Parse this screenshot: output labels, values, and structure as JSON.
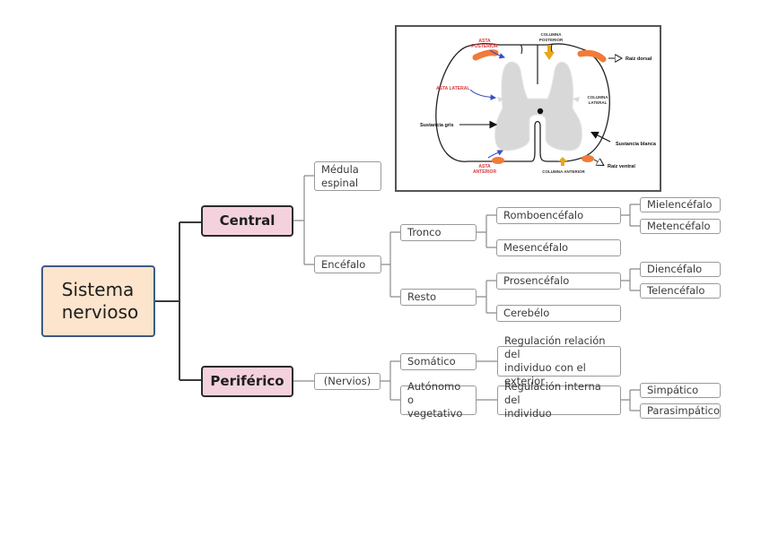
{
  "diagram": {
    "title": "Sistema nervioso",
    "colors": {
      "root_fill": "#fde4cc",
      "root_border": "#3f5a84",
      "level2_fill": "#f4d2dd",
      "level2_border": "#2b2b2b",
      "leaf_border": "#9a9a9a",
      "connector": "#555555"
    },
    "root": {
      "label": "Sistema\nnervioso"
    },
    "central": {
      "label": "Central",
      "medula": "Médula\nespinal",
      "encefalo": {
        "label": "Encéfalo",
        "tronco": {
          "label": "Tronco",
          "romboencefalo": {
            "label": "Romboencéfalo",
            "children": [
              "Mielencéfalo",
              "Metencéfalo"
            ]
          },
          "mesencefalo": "Mesencéfalo"
        },
        "resto": {
          "label": "Resto",
          "prosencefalo": {
            "label": "Prosencéfalo",
            "children": [
              "Diencéfalo",
              "Telencéfalo"
            ]
          },
          "cerebelo": "Cerebélo"
        }
      }
    },
    "periferico": {
      "label": "Periférico",
      "nervios": "(Nervios)",
      "somatico": {
        "label": "Somático",
        "description": "Regulación relación del\nindividuo con el exterior"
      },
      "autonomo": {
        "label": "Autónomo o\nvegetativo",
        "description": "Regulación interna del\nindividuo",
        "children": [
          "Simpático",
          "Parasimpático"
        ]
      }
    }
  },
  "figure": {
    "title": "Spinal cord cross-section",
    "labels": {
      "asta_posterior": [
        "ASTA",
        "POSTERIOR"
      ],
      "columna_posterior": [
        "COLUMNA",
        "POSTERIOR"
      ],
      "raiz_dorsal": "Raíz dorsal",
      "asta_lateral": "ASTA LATERAL",
      "columna_lateral": [
        "COLUMNA",
        "LATERAL"
      ],
      "sustancia_gris": "Sustancia gris",
      "sustancia_blanca": "Sustancia blanca",
      "asta_anterior": [
        "ASTA",
        "ANTERIOR"
      ],
      "columna_anterior": "COLUMNA ANTERIOR",
      "raiz_ventral": "Raíz ventral"
    },
    "colors": {
      "red_label": "#d43a3a",
      "blue_arrow": "#3a4fc0",
      "orange_root": "#f27a3a",
      "yellow_arrow": "#e8a81a",
      "gray_matter": "#d8d8d8"
    }
  }
}
